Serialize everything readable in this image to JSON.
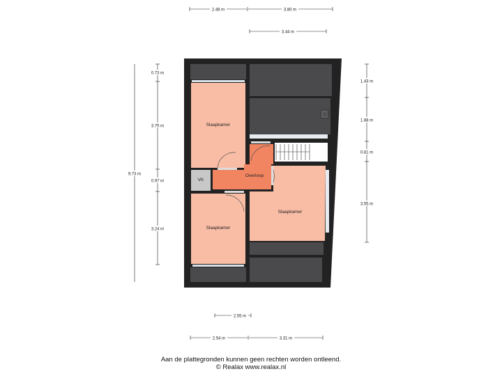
{
  "colors": {
    "bedroom": "#f9bda5",
    "landing": "#f28561",
    "wall": "#222222",
    "dark_zone": "#4a4a4d",
    "vk": "#c8c8c8",
    "dim_line": "#222222"
  },
  "rooms": {
    "bedroom_top_left": "Slaapkamer",
    "bedroom_bottom_left": "Slaapkamer",
    "bedroom_right": "Slaapkamer",
    "landing": "Overloop",
    "vk": "VK"
  },
  "dimensions": {
    "top": [
      "2.48 m",
      "3.80 m"
    ],
    "top_second": "3.44 m",
    "left": [
      "0.73 m",
      "3.75 m",
      "0.97 m",
      "3.24 m"
    ],
    "left_total": "9.73 m",
    "right": [
      "1.43 m",
      "1.88 m",
      "0.81 m",
      "3.55 m"
    ],
    "bottom_first": "2.55 m",
    "bottom": [
      "2.54 m",
      "3.31 m"
    ]
  },
  "footer": {
    "line1": "Aan de plattegronden kunnen geen rechten worden ontleend.",
    "line2": "© Realax www.realax.nl"
  }
}
